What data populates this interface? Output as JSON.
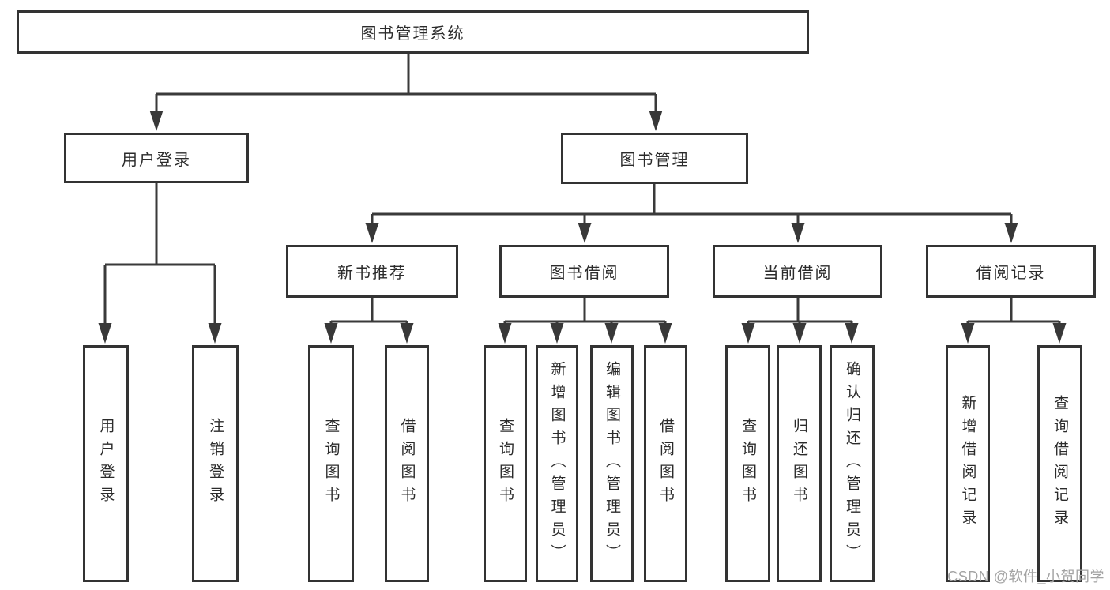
{
  "tree": {
    "root": {
      "label": "图书管理系统",
      "children": [
        {
          "label": "用户登录",
          "children": [
            {
              "label": "用户登录"
            },
            {
              "label": "注销登录"
            }
          ]
        },
        {
          "label": "图书管理",
          "children": [
            {
              "label": "新书推荐",
              "children": [
                {
                  "label": "查询图书"
                },
                {
                  "label": "借阅图书"
                }
              ]
            },
            {
              "label": "图书借阅",
              "children": [
                {
                  "label": "查询图书"
                },
                {
                  "label": "新增图书（管理员）"
                },
                {
                  "label": "编辑图书（管理员）"
                },
                {
                  "label": "借阅图书"
                }
              ]
            },
            {
              "label": "当前借阅",
              "children": [
                {
                  "label": "查询图书"
                },
                {
                  "label": "归还图书"
                },
                {
                  "label": "确认归还（管理员）"
                }
              ]
            },
            {
              "label": "借阅记录",
              "children": [
                {
                  "label": "新增借阅记录"
                },
                {
                  "label": "查询借阅记录"
                }
              ]
            }
          ]
        }
      ]
    }
  },
  "watermark": "CSDN @软件_小贺同学",
  "colors": {
    "line": "#3a3a3a",
    "box_border": "#333333",
    "text": "#2b2b2b",
    "watermark": "#a3a3a3",
    "background": "#ffffff"
  }
}
